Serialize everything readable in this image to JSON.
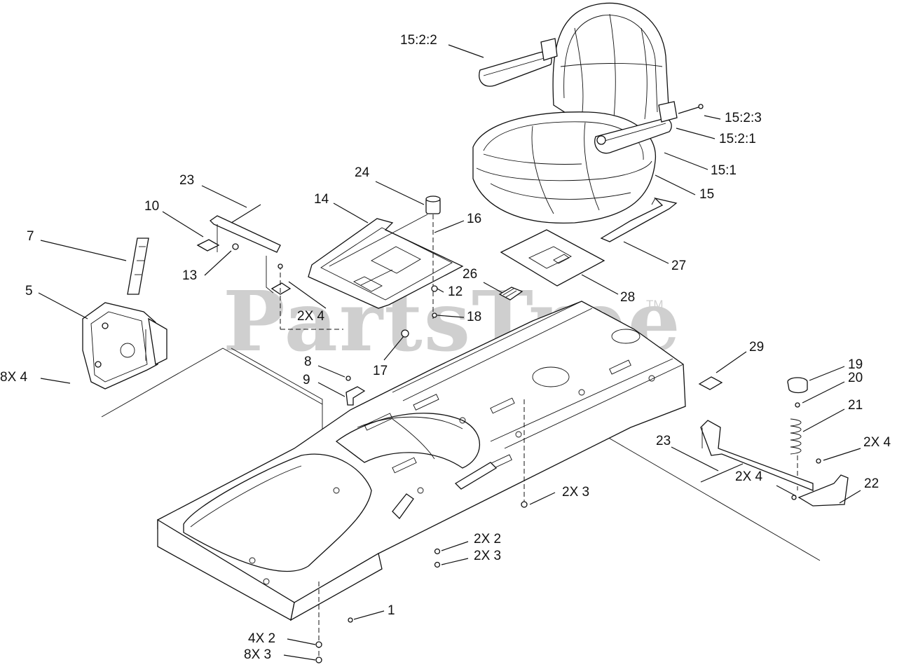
{
  "watermark": {
    "text": "PartsTree",
    "tm": "TM"
  },
  "labels": {
    "l_15_2_2": "15:2:2",
    "l_15_2_3": "15:2:3",
    "l_15_2_1": "15:2:1",
    "l_15_1": "15:1",
    "l_15": "15",
    "l_27": "27",
    "l_28": "28",
    "l_26": "26",
    "l_24": "24",
    "l_16": "16",
    "l_14": "14",
    "l_12": "12",
    "l_18": "18",
    "l_17": "17",
    "l_23a": "23",
    "l_10": "10",
    "l_13": "13",
    "l_2x4a": "2X 4",
    "l_7": "7",
    "l_5": "5",
    "l_8x4": "8X 4",
    "l_8": "8",
    "l_9": "9",
    "l_29": "29",
    "l_19": "19",
    "l_20": "20",
    "l_21": "21",
    "l_2x4b": "2X 4",
    "l_2x4c": "2X 4",
    "l_22": "22",
    "l_23b": "23",
    "l_2x3a": "2X 3",
    "l_2x2a": "2X 2",
    "l_2x3b": "2X 3",
    "l_1": "1",
    "l_4x2": "4X 2",
    "l_8x3": "8X 3"
  }
}
